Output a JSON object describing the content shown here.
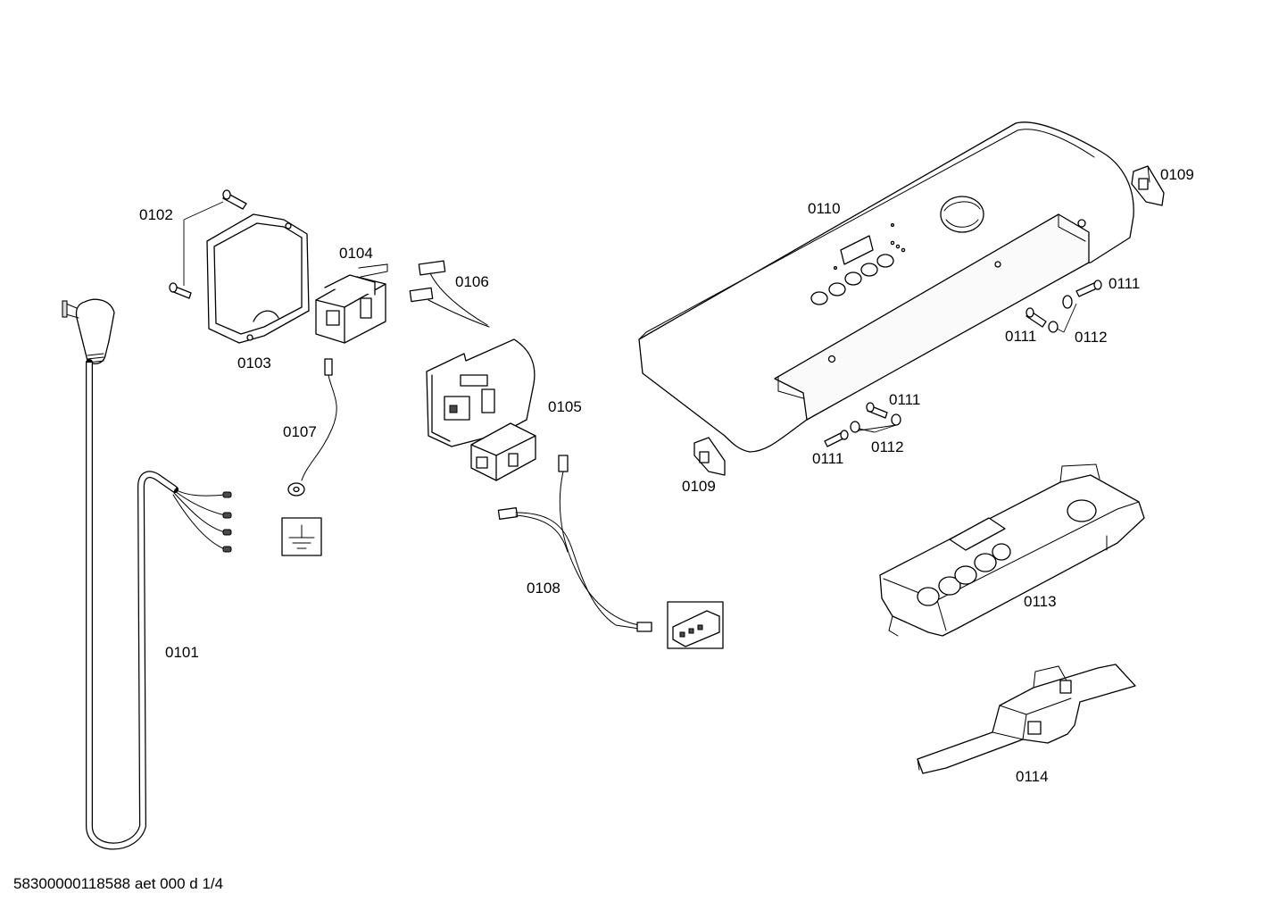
{
  "document_id": "58300000118588 aet 000 d 1/4",
  "labels": {
    "p0101": "0101",
    "p0102": "0102",
    "p0103": "0103",
    "p0104": "0104",
    "p0105": "0105",
    "p0106": "0106",
    "p0107": "0107",
    "p0108": "0108",
    "p0109": "0109",
    "p0110": "0110",
    "p0111": "0111",
    "p0112": "0112",
    "p0113": "0113",
    "p0114": "0114"
  }
}
